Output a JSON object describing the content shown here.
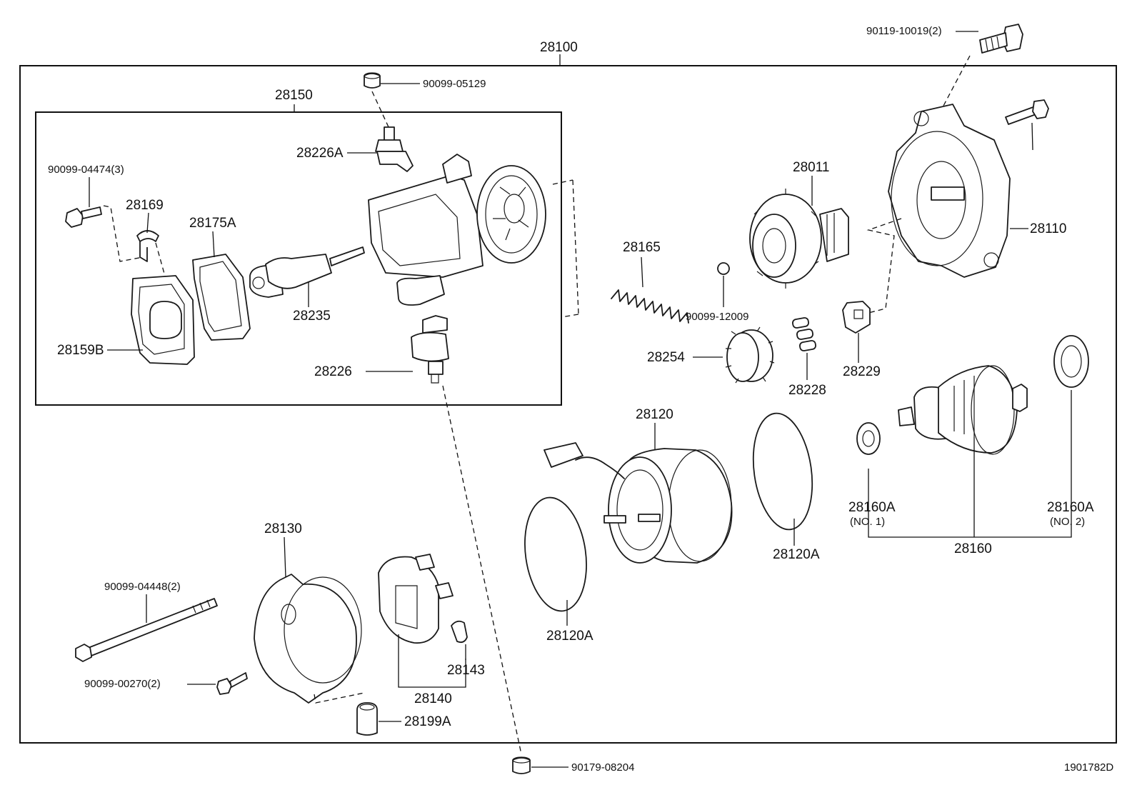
{
  "labels": {
    "main_assembly": "28100",
    "sub_assembly": "28150",
    "bolt_top_right": "90119-10019(2)",
    "nut_top": "90099-05129",
    "terminal_a": "28226A",
    "screw_sub": "90099-04474(3)",
    "clamp": "28169",
    "gasket": "28175A",
    "plunger": "28235",
    "cover": "28159B",
    "terminal": "28226",
    "clutch": "28011",
    "housing": "28110",
    "spring": "28165",
    "ball": "90099-12009",
    "gear": "28254",
    "rollers": "28228",
    "retainer": "28229",
    "yoke": "28120",
    "oring_right": "28120A",
    "oring_left": "28120A",
    "bearing_no1": "28160A",
    "bearing_no1_note": "(NO. 1)",
    "bearing_no2": "28160A",
    "bearing_no2_note": "(NO. 2)",
    "armature": "28160",
    "end_frame": "28130",
    "through_bolt": "90099-04448(2)",
    "screw": "90099-00270(2)",
    "brush_holder": "28140",
    "brush_spring": "28143",
    "boot": "28199A",
    "nut_bottom": "90179-08204",
    "diagram_code": "1901782D"
  }
}
